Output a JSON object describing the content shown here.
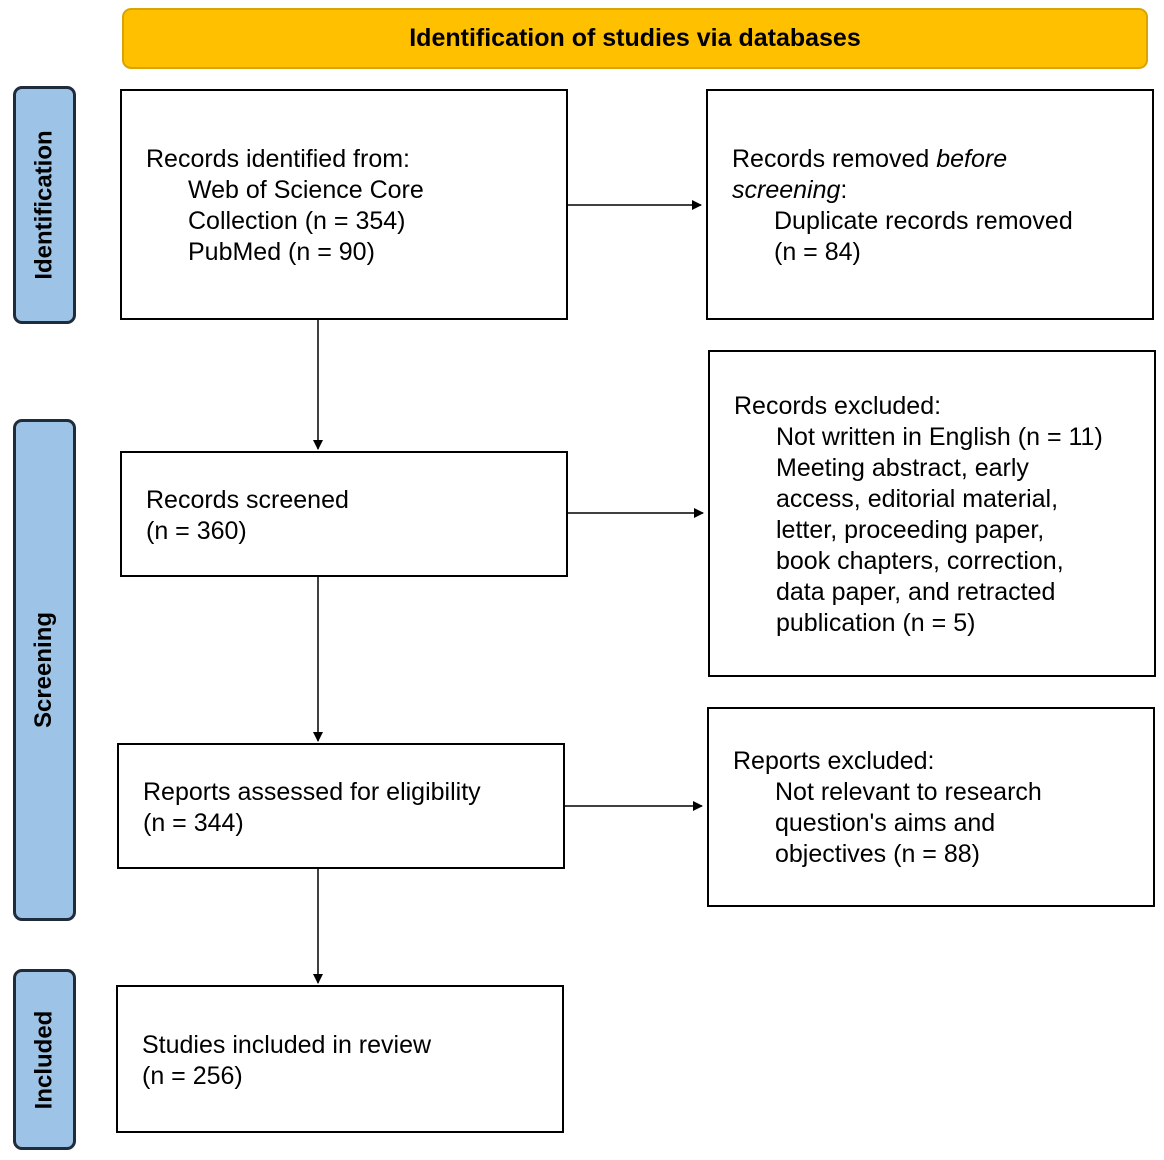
{
  "header": {
    "title": "Identification of studies via databases"
  },
  "stages": {
    "identification": "Identification",
    "screening": "Screening",
    "included": "Included"
  },
  "boxes": {
    "records_identified": {
      "heading": "Records identified from:",
      "line1": "Web of Science Core",
      "line2": "Collection (n = 354)",
      "line3": "PubMed (n = 90)"
    },
    "records_removed": {
      "heading_prefix": "Records removed ",
      "heading_emph": "before",
      "heading_emph2": "screening",
      "heading_suffix": ":",
      "line1": "Duplicate records removed",
      "line2": "(n = 84)"
    },
    "records_screened": {
      "heading": "Records screened",
      "count": "(n = 360)"
    },
    "records_excluded": {
      "heading": "Records excluded:",
      "line1": "Not written in English (n = 11)",
      "line2": "Meeting abstract, early",
      "line3": "access, editorial material,",
      "line4": "letter, proceeding paper,",
      "line5": "book chapters, correction,",
      "line6": "data paper, and retracted",
      "line7": "publication (n = 5)"
    },
    "reports_assessed": {
      "heading": "Reports assessed for eligibility",
      "count": "(n = 344)"
    },
    "reports_excluded": {
      "heading": "Reports excluded:",
      "line1": "Not relevant to research",
      "line2": "question's aims and",
      "line3": "objectives (n = 88)"
    },
    "studies_included": {
      "heading": "Studies included in review",
      "count": "(n = 256)"
    }
  }
}
